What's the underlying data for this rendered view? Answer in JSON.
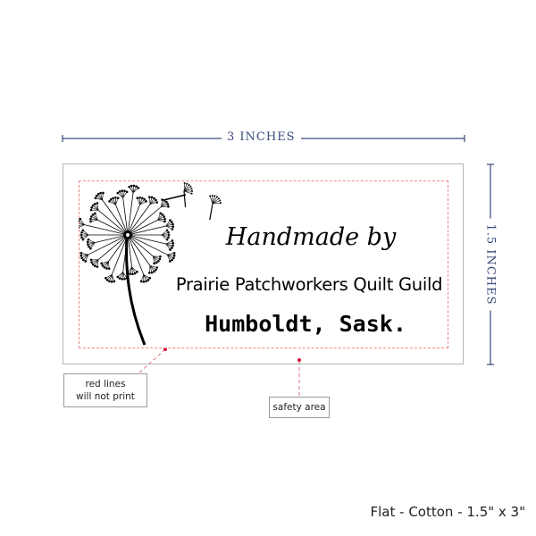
{
  "dimensions": {
    "width_label": "3 INCHES",
    "height_label": "1.5 INCHES"
  },
  "label": {
    "line1": "Handmade by",
    "line2": "Prairie Patchworkers Quilt Guild",
    "line3": "Humboldt, Sask.",
    "artwork": "dandelion-icon"
  },
  "callouts": {
    "red_lines": [
      "red lines",
      "will not print"
    ],
    "safety": "safety area"
  },
  "footer": "Flat - Cotton - 1.5\" x 3\"",
  "colors": {
    "dimension": "#3a4a7a",
    "safety_line": "#f28a8a",
    "marker": "#d0103a"
  }
}
